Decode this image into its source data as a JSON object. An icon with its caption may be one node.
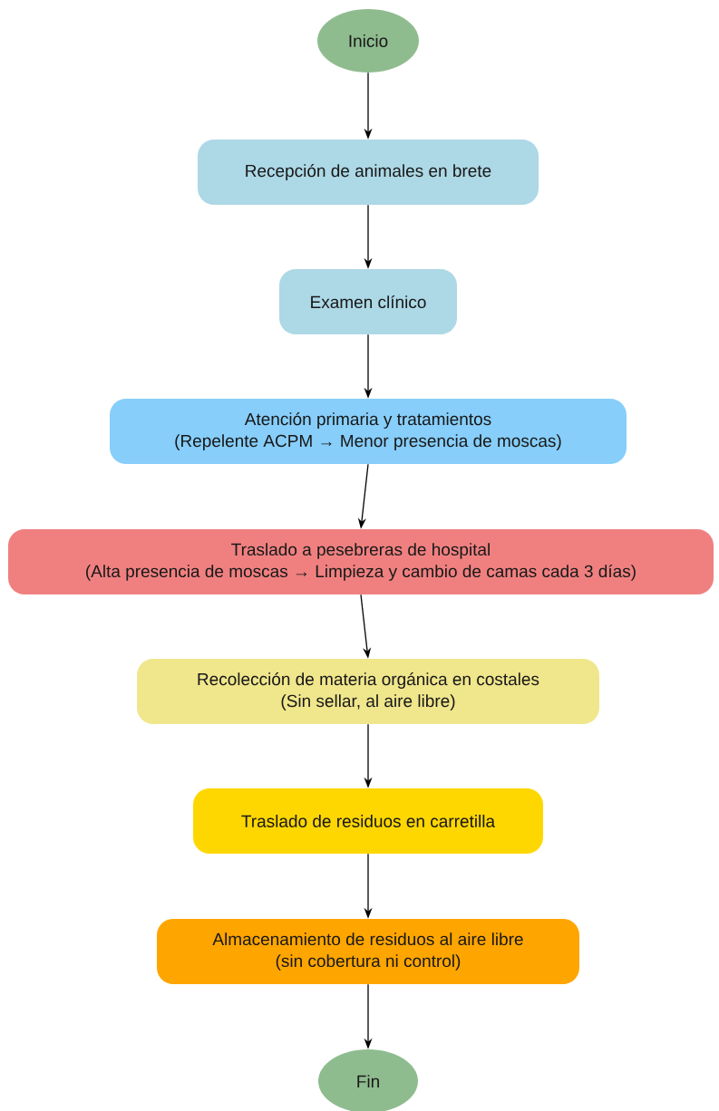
{
  "diagram": {
    "nodes": [
      {
        "text": [
          "Inicio"
        ]
      },
      {
        "text": [
          "Recepción de animales en brete"
        ]
      },
      {
        "text": [
          "Examen clínico"
        ]
      },
      {
        "text": [
          "Atención primaria y tratamientos",
          "(Repelente ACPM → Menor presencia de moscas)"
        ]
      },
      {
        "text": [
          "Traslado a pesebreras de hospital",
          "(Alta presencia de moscas → Limpieza y cambio de camas cada 3 días)"
        ]
      },
      {
        "text": [
          "Recolección de materia orgánica en costales",
          "(Sin sellar, al aire libre)"
        ]
      },
      {
        "text": [
          "Traslado de residuos en carretilla"
        ]
      },
      {
        "text": [
          "Almacenamiento de residuos al aire libre",
          "(sin cobertura ni control)"
        ]
      },
      {
        "text": [
          "Fin"
        ]
      }
    ],
    "edges": [
      {
        "from": 0,
        "to": 1,
        "arrow": "to"
      },
      {
        "from": 1,
        "to": 2,
        "arrow": "to"
      },
      {
        "from": 2,
        "to": 3,
        "arrow": "to"
      },
      {
        "from": 3,
        "to": 4,
        "arrow": "to"
      },
      {
        "from": 4,
        "to": 5,
        "arrow": "to"
      },
      {
        "from": 5,
        "to": 6,
        "arrow": "to"
      },
      {
        "from": 6,
        "to": 7,
        "arrow": "to"
      },
      {
        "from": 7,
        "to": 8,
        "arrow": "to"
      }
    ]
  }
}
